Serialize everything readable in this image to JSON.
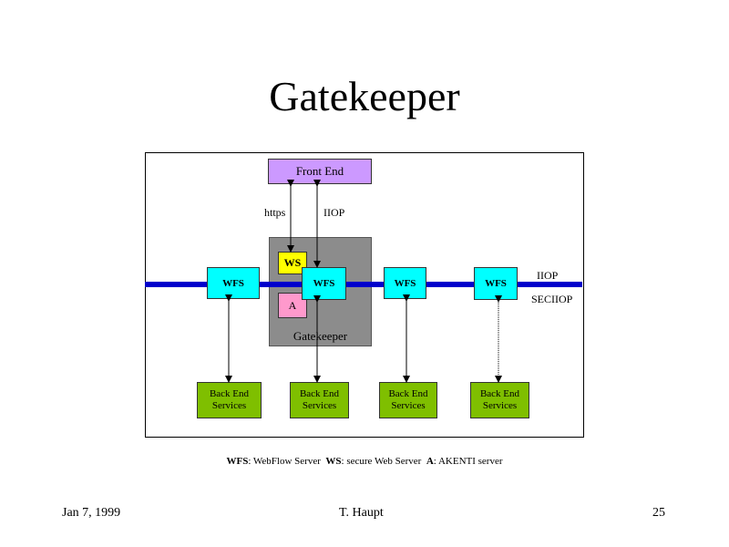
{
  "slide": {
    "title": "Gatekeeper",
    "footer_date": "Jan 7, 1999",
    "footer_author": "T. Haupt",
    "footer_page": "25"
  },
  "diagram": {
    "front_end": "Front End",
    "protocol_https": "https",
    "protocol_iiop_left": "IIOP",
    "protocol_iiop_right": "IIOP",
    "protocol_seciiop": "SECIIOP",
    "gatekeeper_label": "Gatekeeper",
    "ws": "WS",
    "akenti": "A",
    "wfs_nodes": [
      "WFS",
      "WFS",
      "WFS",
      "WFS"
    ],
    "backend_nodes": [
      {
        "line1": "Back End",
        "line2": "Services"
      },
      {
        "line1": "Back End",
        "line2": "Services"
      },
      {
        "line1": "Back End",
        "line2": "Services"
      },
      {
        "line1": "Back End",
        "line2": "Services"
      }
    ]
  },
  "legend": {
    "wfs_abbr": "WFS",
    "wfs_desc": ": WebFlow Server",
    "ws_abbr": "WS",
    "ws_desc": ": secure Web Server",
    "a_abbr": "A",
    "a_desc": ": AKENTI server"
  },
  "colors": {
    "bus": "#0000cc",
    "front_end": "#cc99ff",
    "gatekeeper": "#8c8c8c",
    "ws": "#ffff00",
    "akenti": "#ff99cc",
    "wfs": "#00ffff",
    "backend": "#7fbf00"
  }
}
